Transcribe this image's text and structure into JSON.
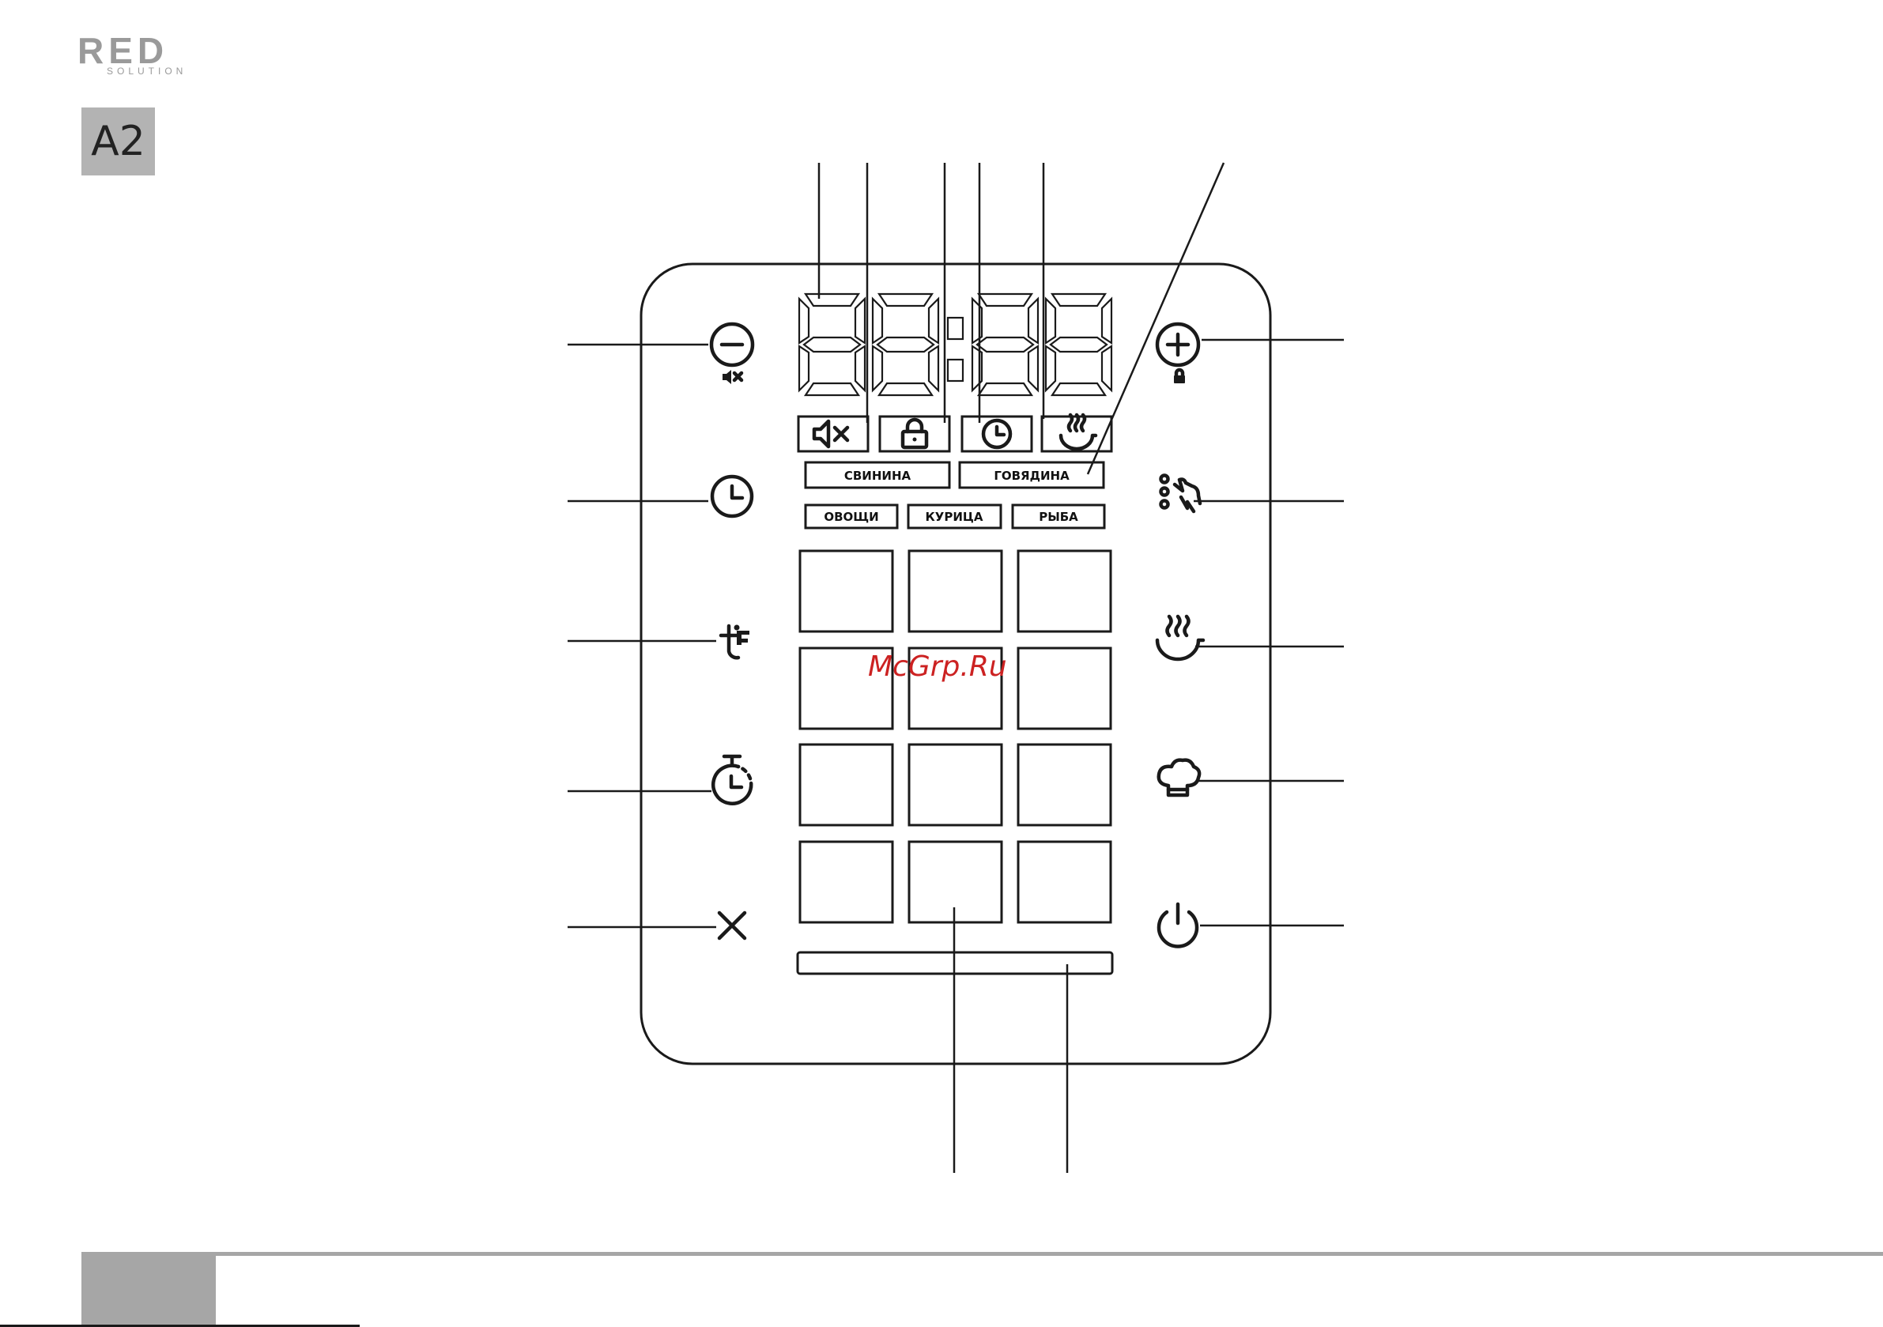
{
  "brand": {
    "name": "RED",
    "sub": "SOLUTION"
  },
  "section": {
    "label": "A2"
  },
  "watermark": "McGrp.Ru",
  "mode_labels": [
    "СВИНИНА",
    "ГОВЯДИНА",
    "ОВОЩИ",
    "КУРИЦА",
    "РЫБА"
  ],
  "left_buttons": [
    "minus-mute-icon",
    "clock-icon",
    "temperature-icon",
    "timer-icon",
    "cancel-icon"
  ],
  "right_buttons": [
    "plus-lock-icon",
    "manual-mode-icon",
    "keep-warm-icon",
    "chef-hat-icon",
    "power-icon"
  ],
  "display_indicators": [
    "mute-icon",
    "lock-icon",
    "clock-icon",
    "keep-warm-icon"
  ],
  "colors": {
    "line": "#1a1a1a",
    "badge": "#b3b3b3",
    "brand": "#9a9a9a",
    "watermark": "#cc2222",
    "footer": "#a6a6a6"
  }
}
